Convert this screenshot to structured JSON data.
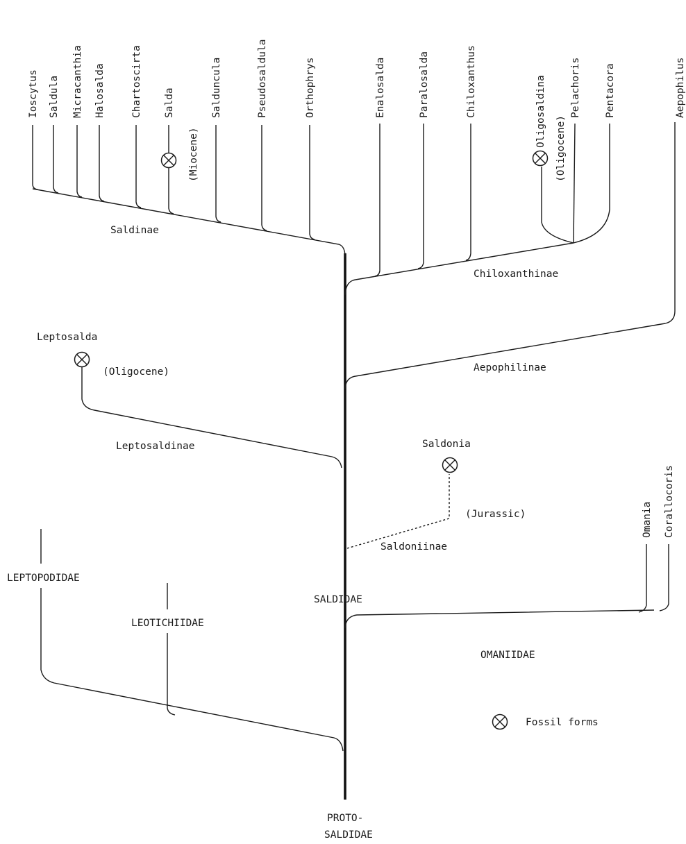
{
  "genera": {
    "ioscytus": "Ioscytus",
    "saldula": "Saldula",
    "micracanthia": "Micracanthia",
    "halosalda": "Halosalda",
    "chartoscirta": "Chartoscirta",
    "salda": "Salda",
    "salduncula": "Salduncula",
    "pseudosaldula": "Pseudosaldula",
    "orthophrys": "Orthophrys",
    "enalosalda": "Enalosalda",
    "paralosalda": "Paralosalda",
    "chiloxanthus": "Chiloxanthus",
    "oligosaldina": "Oligosaldina",
    "pelachoris": "Pelachoris",
    "pentacora": "Pentacora",
    "aepophilus": "Aepophilus",
    "omania": "Omania",
    "corallocoris": "Corallocoris"
  },
  "subfamilies": {
    "saldinae": "Saldinae",
    "chiloxanthinae": "Chiloxanthinae",
    "aepophilinae": "Aepophilinae",
    "leptosaldinae": "Leptosaldinae",
    "saldoniinae": "Saldoniinae"
  },
  "fossils": {
    "leptosalda": "Leptosalda",
    "saldonia": "Saldonia",
    "miocene": "(Miocene)",
    "oligocene_vertical": "(Oligocene)",
    "oligocene_leptosalda": "(Oligocene)",
    "jurassic": "(Jurassic)"
  },
  "families": {
    "saldidae": "SALDIDAE",
    "leptopodidae": "LEPTOPODIDAE",
    "leotichiidae": "LEOTICHIIDAE",
    "omaniidae": "OMANIIDAE",
    "proto_line1": "PROTO-",
    "proto_line2": "SALDIDAE"
  },
  "legend": {
    "fossil_forms": "Fossil forms"
  }
}
